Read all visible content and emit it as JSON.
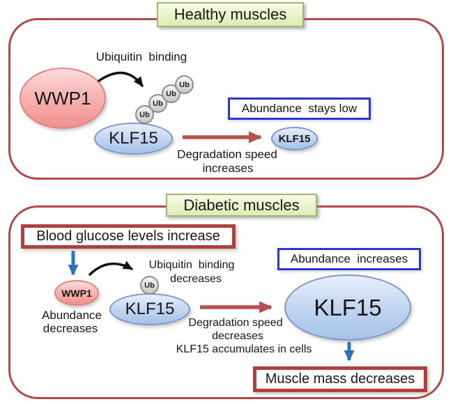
{
  "healthy": {
    "title": "Healthy muscles",
    "wwp1_label": "WWP1",
    "ubiquitin_binding_label": "Ubiquitin  binding",
    "ub_label": "Ub",
    "klf15_label": "KLF15",
    "abundance_box_label": "Abundance  stays low",
    "degradation_label_line1": "Degradation speed",
    "degradation_label_line2": "increases",
    "klf15_small_label": "KLF15"
  },
  "diabetic": {
    "title": "Diabetic muscles",
    "blood_glucose_box_label": "Blood glucose levels increase",
    "wwp1_label": "WWP1",
    "abundance_label_line1": "Abundance",
    "abundance_label_line2": "decreases",
    "ubiquitin_binding_label_line1": "Ubiquitin  binding",
    "ubiquitin_binding_label_line2": "decreases",
    "ub_label": "Ub",
    "klf15_label": "KLF15",
    "abundance_box_label": "Abundance  increases",
    "degradation_label_line1": "Degradation speed",
    "degradation_label_line2": "decreases",
    "degradation_label_line3": "KLF15 accumulates in cells",
    "klf15_large_label": "KLF15",
    "muscle_mass_box_label": "Muscle mass decreases"
  },
  "colors": {
    "panel_border": "#b2484a",
    "title_box_border": "#a8b274",
    "title_box_fill": "#e6f2c6",
    "red_box_border": "#b0403e",
    "blue_box_border": "#2a36cf",
    "pink_ellipse_fill": "#f0918f",
    "pink_ellipse_border": "#e28280",
    "blue_ellipse_fill": "#a5c2e8",
    "blue_ellipse_border": "#8097c7",
    "ub_circle_fill": "#c6c6c6",
    "ub_circle_border": "#8c8c8c",
    "arrow_black": "#111111",
    "arrow_red": "#b5524e",
    "arrow_blue": "#2e75b6"
  }
}
